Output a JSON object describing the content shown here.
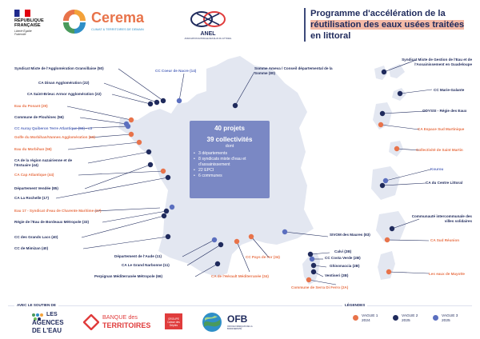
{
  "header": {
    "rf_logo_lines": [
      "RÉPUBLIQUE",
      "FRANÇAISE"
    ],
    "rf_motto": "Liberté Égalité Fraternité",
    "cerema_name": "Cerema",
    "cerema_tagline": "CLIMAT & TERRITOIRES DE DEMAIN",
    "anel_name": "ANEL",
    "anel_tagline": "ASSOCIATION NATIONALE DES ÉLUS DU LITTORAL",
    "title_line1": "Programme d'accélération de la",
    "title_highlight": "réutilisation des eaux usées traitées",
    "title_line3": "en littoral"
  },
  "colors": {
    "vague1": "#e8734a",
    "vague2": "#1f2a5c",
    "vague3": "#5b6fbf",
    "land": "#e3e7f1",
    "navy": "#1f2a5c"
  },
  "stats": {
    "projets": "40 projets",
    "collectivites": "39 collectivités",
    "dont": "dont",
    "items": [
      "3 départements",
      "8 syndicats mixte d'eau et d'assainissement",
      "22 EPCI",
      "6 communes"
    ]
  },
  "labels": {
    "granville": "Syndicat Mixte de l'Agglomération Granvillaise (50)",
    "dinan": "CA Dinan Agglomération (22)",
    "stbrieuc": "CA Saint-Brieuc Armor Agglomération (22)",
    "ponant": "Eau du Ponant (29)",
    "plouhinec": "Commune de Plouhinec (56)",
    "auray": "CC Auray Quiberon Terre Atlantique (56) - c3",
    "golfe": "Golfe du Morbihan/Vannes Agglomération (56)",
    "eaumorbihan": "Eau du Morbihan (56)",
    "nazairienne": "CA de la région nazairienne et de l'Estuaire (44)",
    "capatlantique": "CA Cap Atlantique (44)",
    "vendee": "Département Vendée (85)",
    "rochelle": "CA La Rochelle (17)",
    "charente": "Eau 17 - Syndicat d'eau de Charente Maritime (17)",
    "bordeaux": "Régie de l'Eau de Bordeaux Métropole (33)",
    "grandslacs": "CC des Grands Lacs (40)",
    "mimizan": "CC de Mimizan (40)",
    "nacre": "CC Coeur de Nacre (14)",
    "somme": "Somme Ameva / Conseil départemental de la Somme (80)",
    "aude": "Département de l'Aude (11)",
    "narbonne": "CA Le Grand Narbonne (11)",
    "perpignan": "Perpignan Méditerranée Métropole (66)",
    "paysdefor": "CC Pays de l'or (34)",
    "herault": "CA de l'Hérault Méditerranée (34)",
    "maures": "SIVOM des Maures (83)",
    "calvi": "Calvi (2B)",
    "costaverde": "CC Costa Verde (2B)",
    "ghisonaccia": "Ghisonaccia (2B)",
    "ventiseri": "Ventiseri (2B)",
    "serradiferro": "Commune de Serra Di Ferro (2A)",
    "guadeloupe": "Syndicat Mixte de Gestion de l'Eau et de l'Assainissement en Guadeloupe",
    "mariegalante": "CC Marie-Galante",
    "odyssi": "ODYSSI - Régie des Eaux",
    "espacesud": "CA Espace Sud Martinique",
    "stmartin": "Collectivité de Saint Martin",
    "kourou": "Kourou",
    "centrelittoral": "CA du Centre Littoral",
    "communautesolidaires": "Communauté intercommunale des villes solidaires",
    "casudreunion": "CA Sud Réunion",
    "mayotte": "Les eaux de Mayotte"
  },
  "footer": {
    "support_title": "AVEC LE SOUTIEN DE",
    "agences_line1": "LES",
    "agences_line2": "AGENCES",
    "agences_line3": "DE L'EAU",
    "banque_line1": "BANQUE des",
    "banque_line2": "TERRITOIRES",
    "groupe_cdc": "GROUPE Caisse des Dépôts",
    "ofb_name": "OFB",
    "ofb_tagline": "OFFICE FRANÇAIS DE LA BIODIVERSITÉ",
    "legend_title": "LÉGENDES",
    "legend": [
      {
        "label": "VAGUE 1",
        "year": "2024"
      },
      {
        "label": "VAGUE 2",
        "year": "2025"
      },
      {
        "label": "VAGUE 3",
        "year": "2025"
      }
    ]
  }
}
